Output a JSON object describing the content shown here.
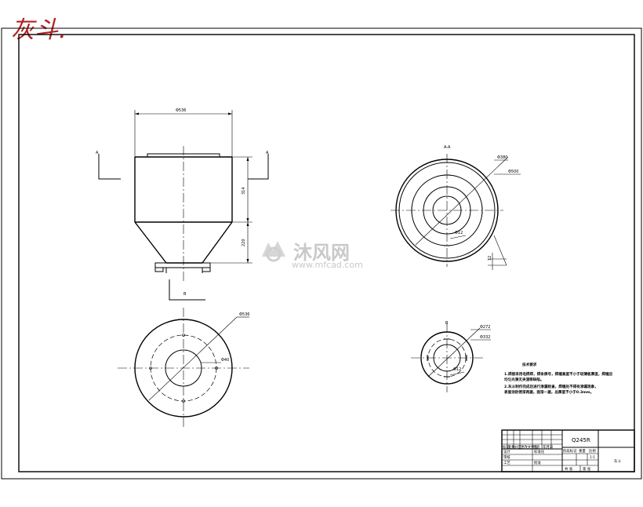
{
  "title_handwritten": "灰斗.",
  "views": {
    "section_label": "A-A",
    "view_label": "B",
    "cut_marker_a": "A",
    "cut_marker_b": "B"
  },
  "dims": {
    "top_width": "Φ536",
    "height_upper": "314",
    "height_lower": "220",
    "plan_outer": "Φ536",
    "plan_inner": "Φ40",
    "section_d1": "Φ380",
    "section_d2": "Φ500",
    "section_hole": "Φ12",
    "section_t": "12",
    "b_d1": "Φ272",
    "b_d2": "Φ332",
    "b_hole": "Φ12"
  },
  "tech_requirements": {
    "heading": "技术要求",
    "line1": "1.焊接采用电焊焊，焊条牌号，焊缝高度不小于较薄板厚度，焊缝应",
    "line2": "  均匀光滑无夹渣等缺陷。",
    "line3": "2.灰斗制作完成后进行渗漏检查，焊缝处不得有渗漏现象，",
    "line4": "  表面涂防锈漆两遍，面漆一遍，总厚度不小于0.3mm。"
  },
  "title_block": {
    "material": "Q245R",
    "drawing_name": "灰斗",
    "row_labels": [
      "标记",
      "处数",
      "分区",
      "更改文件号",
      "签名",
      "年月日"
    ],
    "design": "设计",
    "standard": "标准化",
    "check": "审核",
    "process": "工艺",
    "approve": "批准",
    "stage": "阶段标记",
    "weight": "重量",
    "scale": "比例",
    "scale_value": "1:1",
    "sheets": "共 张",
    "sheet": "第 张"
  },
  "watermark": {
    "cn": "沐风网",
    "url": "www.mfcad.com"
  }
}
